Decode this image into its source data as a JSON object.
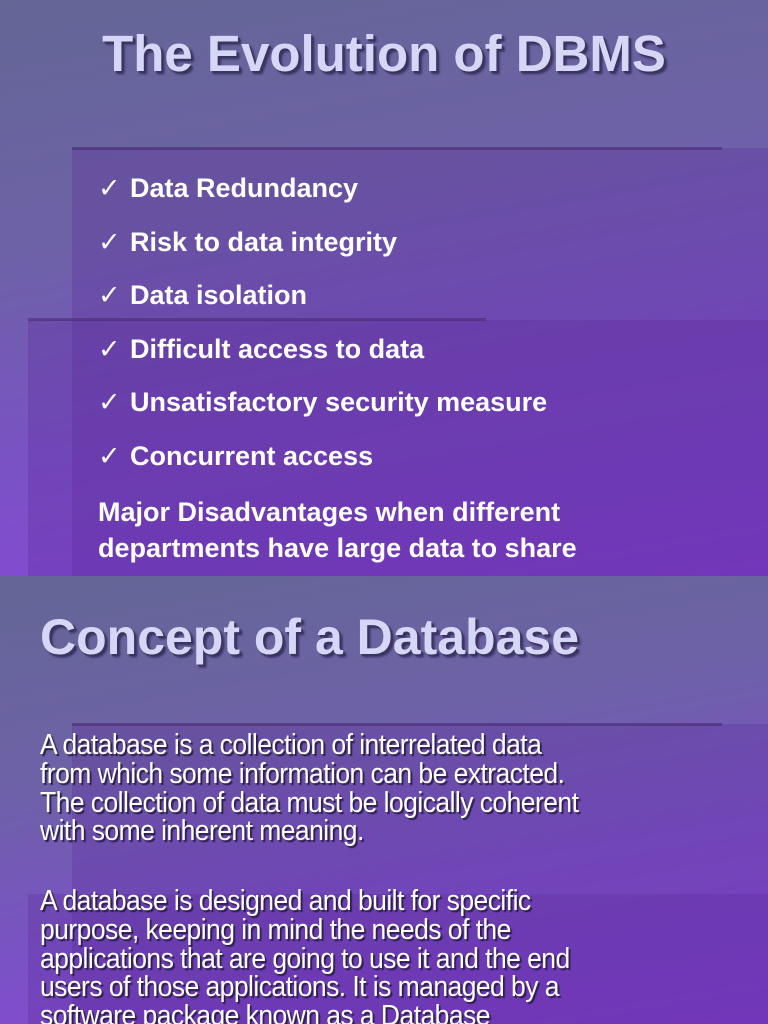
{
  "slide1": {
    "title": "The Evolution of DBMS",
    "check_glyph": "✓",
    "items": [
      "Data Redundancy",
      "Risk to data integrity",
      "Data isolation",
      "Difficult access to data",
      "Unsatisfactory security measure",
      "Concurrent access"
    ],
    "note": "Major Disadvantages when different\ndepartments have large data to share"
  },
  "slide2": {
    "title": "Concept of a Database",
    "paragraph1": "A database is a collection of interrelated data\nfrom which some information can be extracted.\nThe collection of data must be logically coherent\nwith some inherent meaning.",
    "paragraph2": "A database is designed and built for specific\npurpose, keeping in mind the needs of the\napplications that are going to use it and the end\nusers of those applications. It is managed by a\nsoftware package known as a Database"
  },
  "colors": {
    "title": "#d6d6f6",
    "text": "#ffffff",
    "background_top": "#646696",
    "background_bottom": "#8a45dc"
  }
}
